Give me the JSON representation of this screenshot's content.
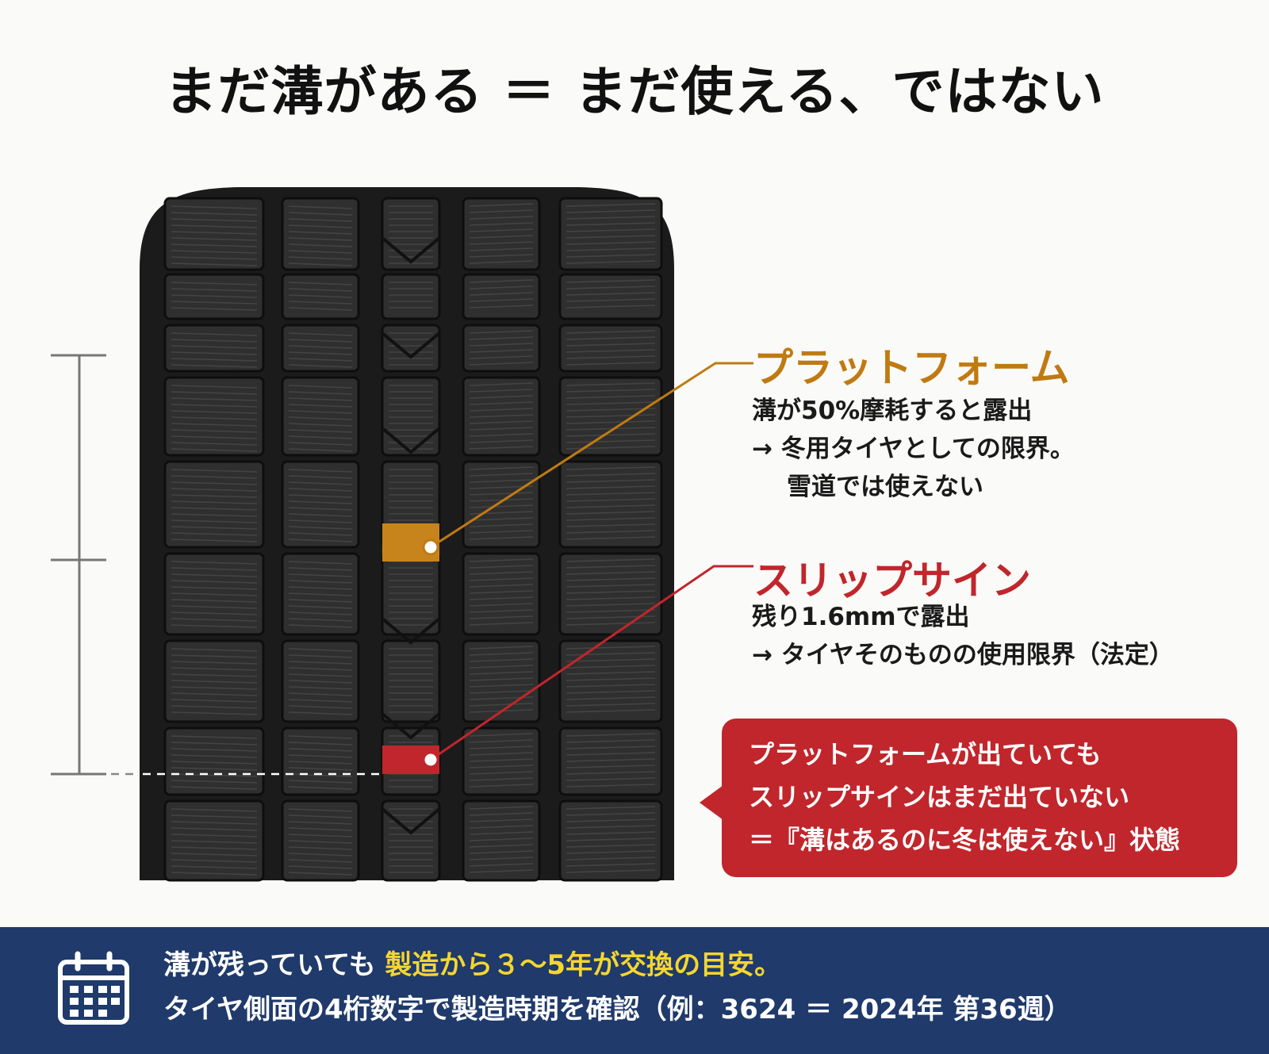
{
  "title": "まだ溝がある ＝ まだ使える、ではない",
  "platform": {
    "title": "プラットフォーム",
    "lines": [
      "溝が50%摩耗すると露出",
      "→ 冬用タイヤとしての限界。",
      "雪道では使えない"
    ],
    "color": "#c07a12"
  },
  "slip_sign": {
    "title": "スリップサイン",
    "lines": [
      "残り1.6mmで露出",
      "→ タイヤそのものの使用限界（法定）"
    ],
    "color": "#c0262c"
  },
  "callout": {
    "lines": [
      "プラットフォームが出ていても",
      "スリップサインはまだ出ていない",
      "＝『溝はあるのに冬は使えない』状態"
    ],
    "color": "#c0262c"
  },
  "footer": {
    "icon": "calendar-icon",
    "line1_prefix": "溝が残っていても ",
    "line1_highlight": "製造から３～5年が交換の目安。",
    "line2": "タイヤ側面の4桁数字で製造時期を確認（例：3624 ＝ 2024年 第36週）",
    "background": "#1f3a6b",
    "highlight_color": "#f5d630"
  }
}
